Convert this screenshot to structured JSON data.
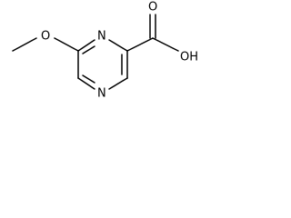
{
  "molecule": {
    "atoms": {
      "methoxy_oxygen": "O",
      "ring_nitrogen_top": "N",
      "ring_nitrogen_bottom": "N",
      "carbonyl_oxygen": "O",
      "hydroxyl": "OH"
    }
  },
  "colors": {
    "bond": "#000000",
    "label": "#000000",
    "background": "#ffffff"
  }
}
